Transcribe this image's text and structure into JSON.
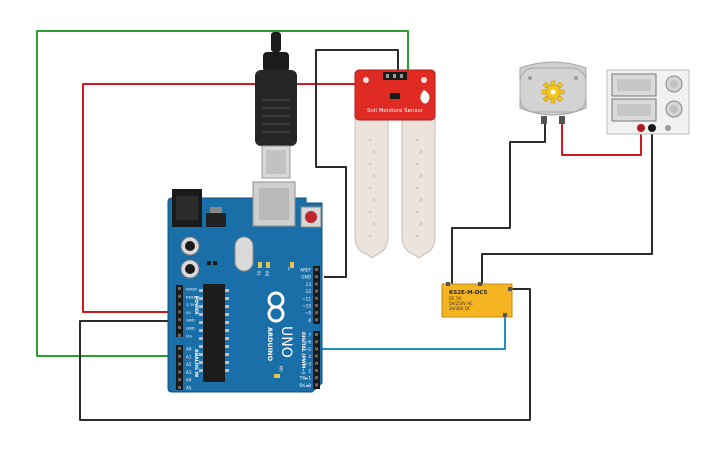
{
  "sensor": {
    "label": "Soil Moisture Sensor"
  },
  "arduino": {
    "brand": "ARDUINO",
    "model": "UNO",
    "power_header": "POWER",
    "analog_header": "ANALOG IN",
    "digital_header": "DIGITAL (PWM~)",
    "led_tx": "TX",
    "led_rx": "RX",
    "led_l": "L",
    "led_on": "ON",
    "power_pins": [
      "IOREF",
      "RESET",
      "3.3V",
      "5V",
      "GND",
      "GND",
      "Vin"
    ],
    "analog_pins": [
      "A0",
      "A1",
      "A2",
      "A3",
      "A4",
      "A5"
    ],
    "top_pins": [
      "AREF",
      "GND",
      "13",
      "12",
      "~11",
      "~10",
      "~9",
      "8"
    ],
    "digital_pins": [
      "7",
      "~6",
      "~5",
      "4",
      "~3",
      "2",
      "TX►1",
      "RX◄0"
    ]
  },
  "relay": {
    "model": "KS2E-M-DC5",
    "specs": [
      "DC 5V",
      "5A/250V AC",
      "2A/30V DC"
    ]
  },
  "colors": {
    "wire_red": "#d0181e",
    "wire_black": "#2b2b2b",
    "wire_green": "#2aa12e",
    "wire_blue": "#1f8fc4",
    "board": "#1b6fa8",
    "sensor_board": "#e02a24",
    "relay": "#f5b523"
  }
}
